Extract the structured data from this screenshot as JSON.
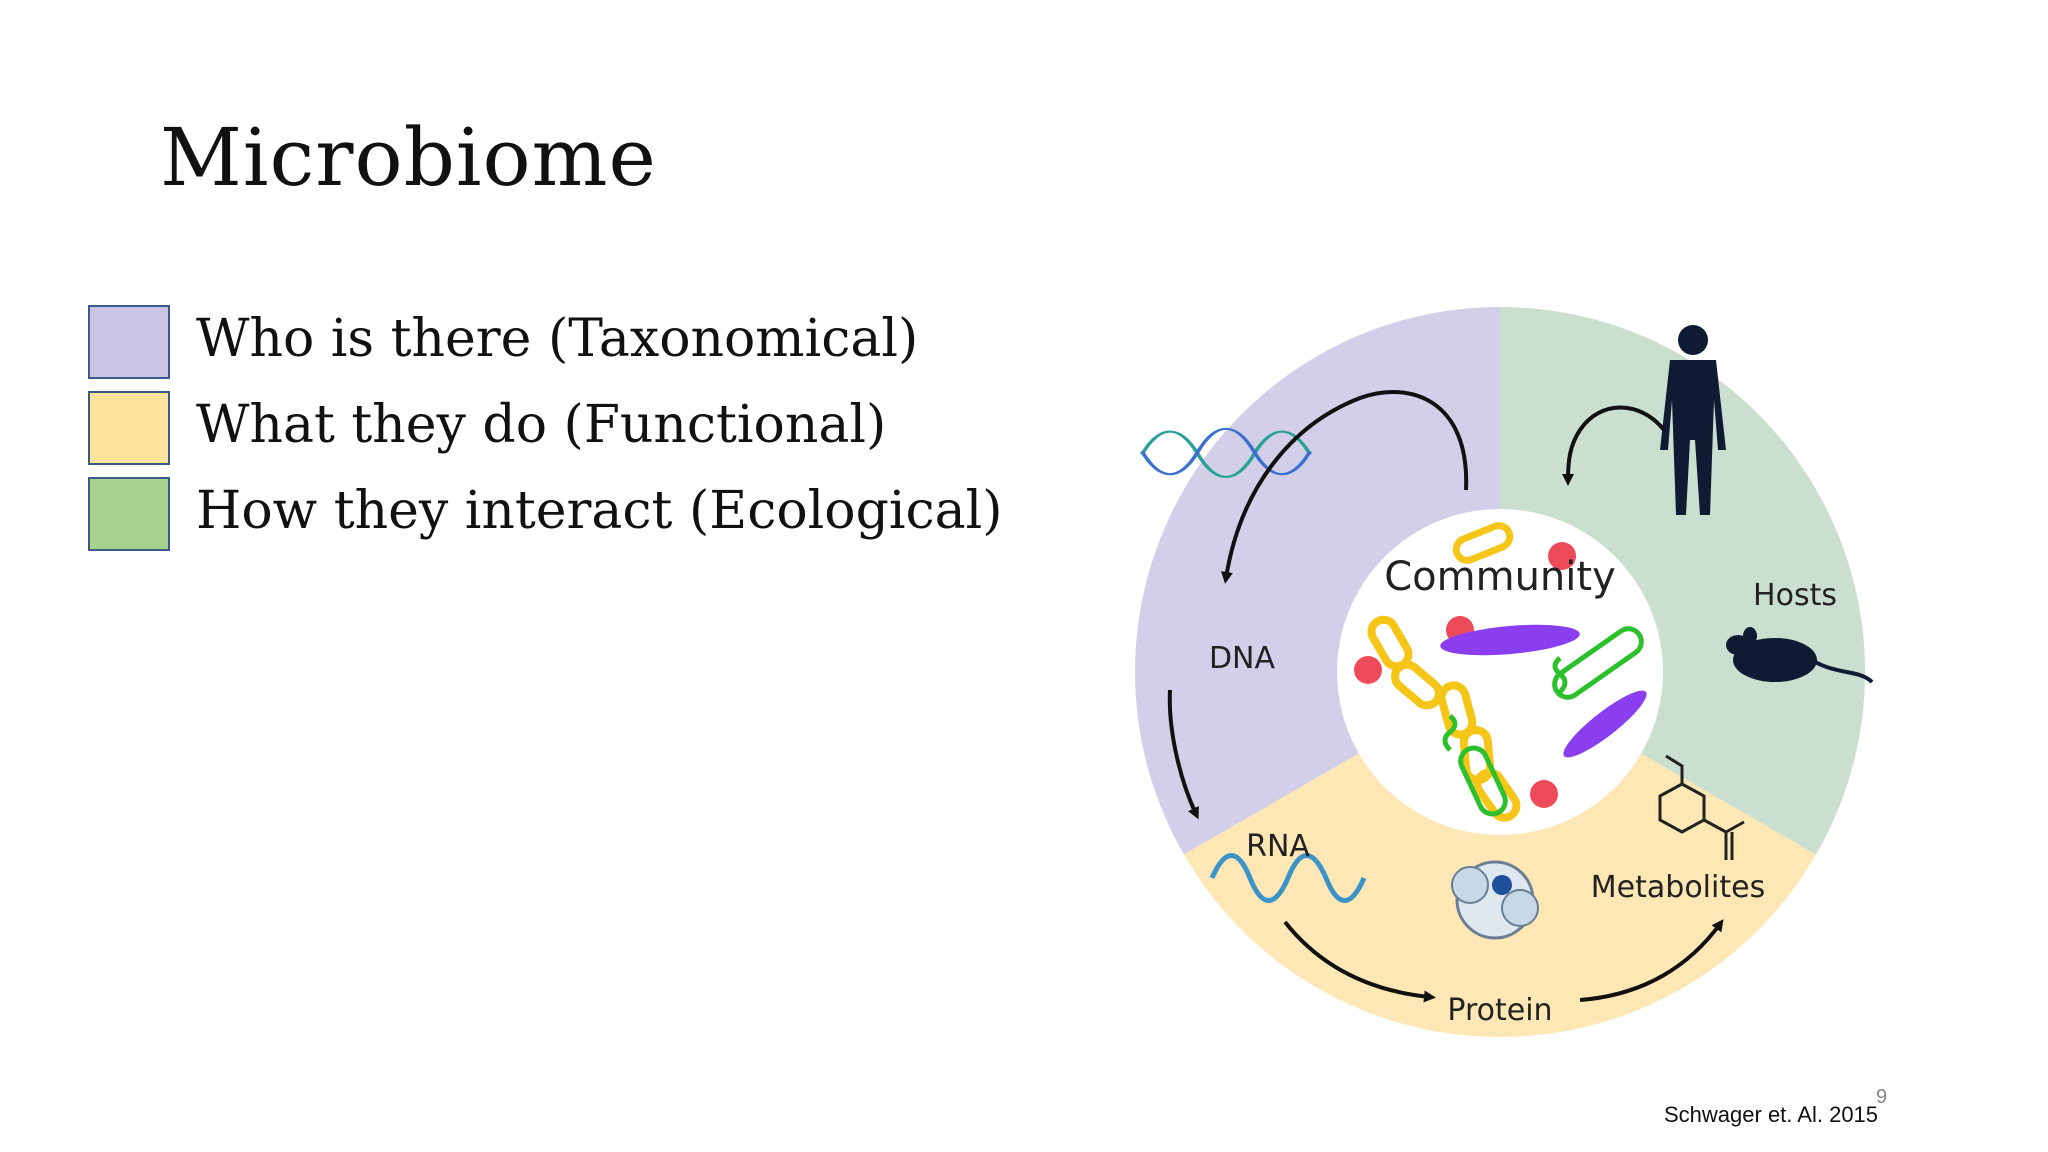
{
  "slide": {
    "title": "Microbiome",
    "legend": [
      {
        "label": "Who is there (Taxonomical)",
        "color": "#cbc3e3"
      },
      {
        "label": "What they do (Functional)",
        "color": "#fde49a"
      },
      {
        "label": "How they interact (Ecological)",
        "color": "#a9d18e"
      }
    ],
    "citation": "Schwager et. Al. 2015",
    "page_number": "9"
  },
  "figure": {
    "center_label": "Community",
    "labels": {
      "dna": "DNA",
      "rna": "RNA",
      "protein": "Protein",
      "metabolites": "Metabolites",
      "hosts": "Hosts"
    },
    "colors": {
      "taxonomical": "#d3cfe9",
      "functional": "#fde7b4",
      "ecological": "#cadfcf"
    }
  }
}
